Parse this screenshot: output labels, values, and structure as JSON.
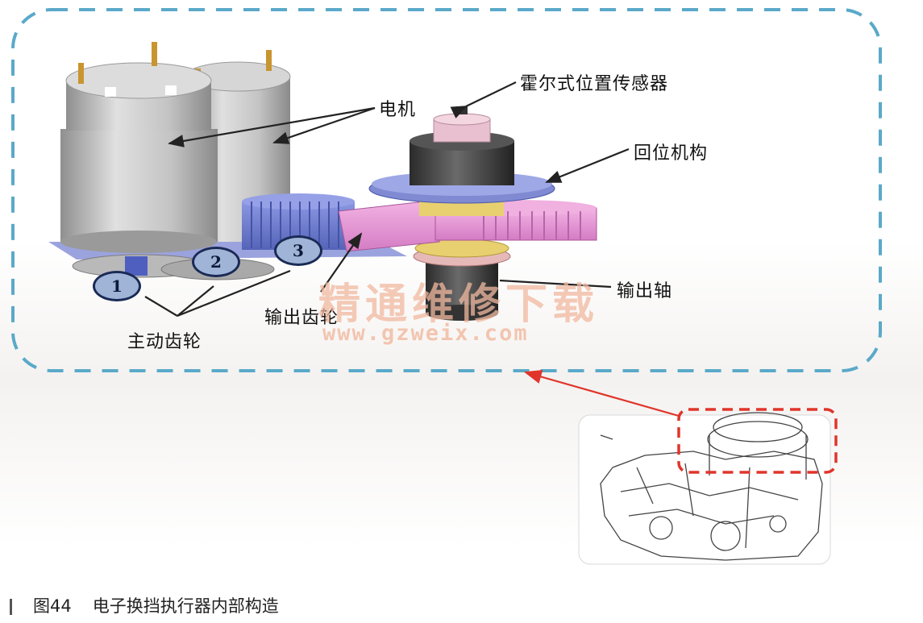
{
  "labels": {
    "hall_sensor": "霍尔式位置传感器",
    "motor": "电机",
    "return_mechanism": "回位机构",
    "output_shaft": "输出轴",
    "output_gear": "输出齿轮",
    "drive_gear": "主动齿轮"
  },
  "gear_numbers": [
    "1",
    "2",
    "3"
  ],
  "watermark": {
    "text": "精通维修下载",
    "url": "www.gzweix.com"
  },
  "caption": {
    "figure_number": "图44",
    "title": "电子换挡执行器内部构造"
  },
  "colors": {
    "frame_dash": "#5aa9c9",
    "highlight_dash": "#e0352b",
    "gear_blue": "#6f7fd0",
    "gear_pink": "#e89ad6",
    "gear_yellow": "#e8d070",
    "motor_grey": "#c9c9c9"
  }
}
